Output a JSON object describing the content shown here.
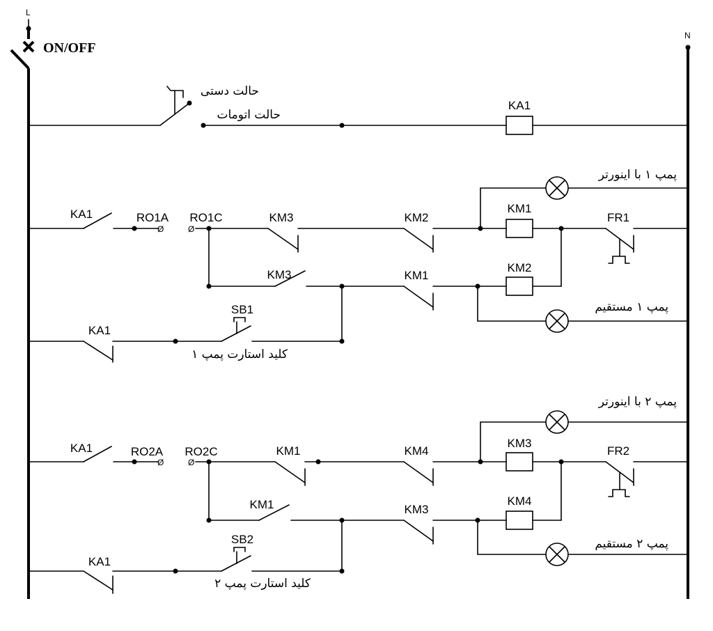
{
  "terminals": {
    "line": "L",
    "neutral": "N",
    "switch": "ON/OFF"
  },
  "mode": {
    "manual": "حالت دستی",
    "auto": "حالت اتومات"
  },
  "pump1": {
    "ka_contact_top": "KA1",
    "roa": "RO1A",
    "roc": "RO1C",
    "km3_a": "KM3",
    "km2_contact": "KM2",
    "km1_coil": "KM1",
    "fr": "FR1",
    "km3_b": "KM3",
    "km1_contact": "KM1",
    "km2_coil": "KM2",
    "sb": "SB1",
    "ka_contact_bottom": "KA1",
    "lamp_inverter": "پمپ ۱ با اینورتر",
    "lamp_direct": "پمپ ۱ مستقیم",
    "start_key": "کلید استارت پمپ ۱"
  },
  "pump2": {
    "ka_contact_top": "KA1",
    "roa": "RO2A",
    "roc": "RO2C",
    "km1_a": "KM1",
    "km4_contact": "KM4",
    "km3_coil": "KM3",
    "fr": "FR2",
    "km1_b": "KM1",
    "km3_contact": "KM3",
    "km4_coil": "KM4",
    "sb": "SB2",
    "ka_contact_bottom": "KA1",
    "lamp_inverter": "پمپ ۲ با اینورتر",
    "lamp_direct": "پمپ ۲ مستقیم",
    "start_key": "کلید استارت پمپ ۲"
  },
  "ka1_coil": "KA1"
}
